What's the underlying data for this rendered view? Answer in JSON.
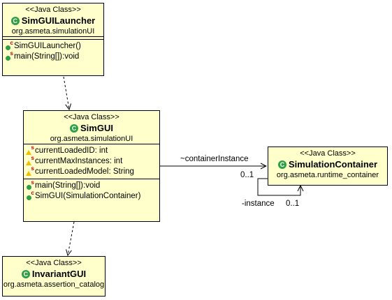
{
  "classes": {
    "launcher": {
      "stereotype": "<<Java Class>>",
      "name": "SimGUILauncher",
      "package": "org.asmeta.simulationUI",
      "attributes": [],
      "methods": [
        "SimGUILauncher()",
        "main(String[]):void"
      ]
    },
    "simgui": {
      "stereotype": "<<Java Class>>",
      "name": "SimGUI",
      "package": "org.asmeta.simulationUI",
      "attributes": [
        "currentLoadedID: int",
        "currentMaxInstances: int",
        "currentLoadedModel: String"
      ],
      "methods": [
        "main(String[]):void",
        "SimGUI(SimulationContainer)"
      ]
    },
    "container": {
      "stereotype": "<<Java Class>>",
      "name": "SimulationContainer",
      "package": "org.asmeta.runtime_container"
    },
    "invariant": {
      "stereotype": "<<Java Class>>",
      "name": "InvariantGUI",
      "package": "org.asmeta.assertion_catalog"
    }
  },
  "associations": {
    "containerInstance": {
      "role": "~containerInstance",
      "multiplicity": "0..1"
    },
    "instance": {
      "role": "-instance",
      "multiplicity": "0..1"
    }
  },
  "colors": {
    "class_fill": "#ffffcc",
    "class_icon": "#2f9e44",
    "attr_icon": "#f0c000",
    "static_mark": "#cc0000"
  }
}
